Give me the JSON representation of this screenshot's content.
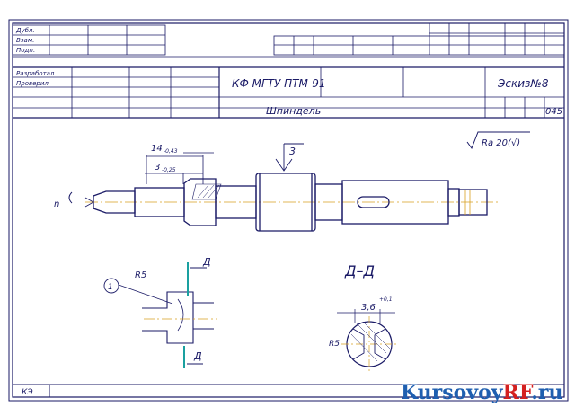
{
  "header_rows": [
    "Дубл.",
    "Взам.",
    "Подп."
  ],
  "title_block": {
    "developed": "Разработал",
    "checked": "Проверил",
    "organization": "КФ МГТУ ПТМ-91",
    "sketch": "Эскиз№8",
    "part_name": "Шпиндель",
    "sheet_code": "045"
  },
  "bottom_code": "КЭ",
  "annotations": {
    "dim_length": "14",
    "dim_length_tol": "-0,43",
    "dim_short": "3",
    "dim_short_tol": "-0,25",
    "surface_mark": "3",
    "roughness": "Ra 20(√)",
    "rotation": "n",
    "section_title": "Д–Д",
    "section_letter_top": "Д",
    "section_letter_bottom": "Д",
    "radius_label": "R5",
    "callout_number": "1",
    "section_dim": "3,6",
    "section_dim_tol": "+0,1",
    "section_radius": "R5"
  },
  "watermark": {
    "part1": "Kursovoy",
    "part2": "RF",
    "part3": ".ru",
    "color_main": "#1f5fb0",
    "color_accent": "#d42020"
  }
}
